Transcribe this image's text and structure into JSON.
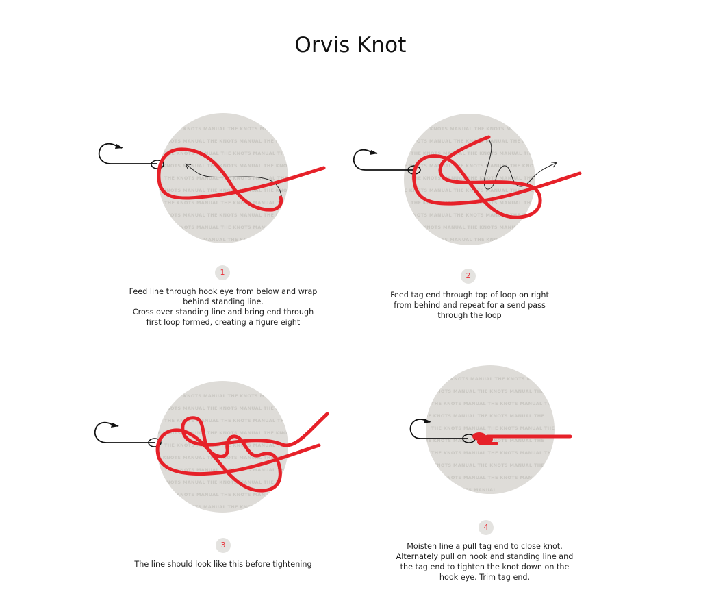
{
  "title": "Orvis Knot",
  "colors": {
    "line": "#e62129",
    "hook": "#111111",
    "circle_bg": "#dedcd8",
    "badge_bg": "#e4e3e0",
    "badge_text": "#e8323a",
    "watermark": "#c9c7c2"
  },
  "watermark_text": "THE KNOTS MANUAL",
  "steps": [
    {
      "number": "1",
      "caption_lines": [
        "Feed line through hook eye from below and wrap",
        "behind standing line.",
        "Cross over standing line and bring end through",
        "first loop formed, creating a figure eight"
      ]
    },
    {
      "number": "2",
      "caption_lines": [
        "Feed tag end through top of loop on right",
        "from behind and repeat for a send pass",
        "through the loop"
      ]
    },
    {
      "number": "3",
      "caption_lines": [
        "The line should look like this before tightening"
      ]
    },
    {
      "number": "4",
      "caption_lines": [
        "Moisten line a pull tag end to close knot.",
        "Alternately pull on hook and standing line and",
        "the tag end to tighten the knot down on the",
        "hook eye. Trim tag end."
      ]
    }
  ]
}
